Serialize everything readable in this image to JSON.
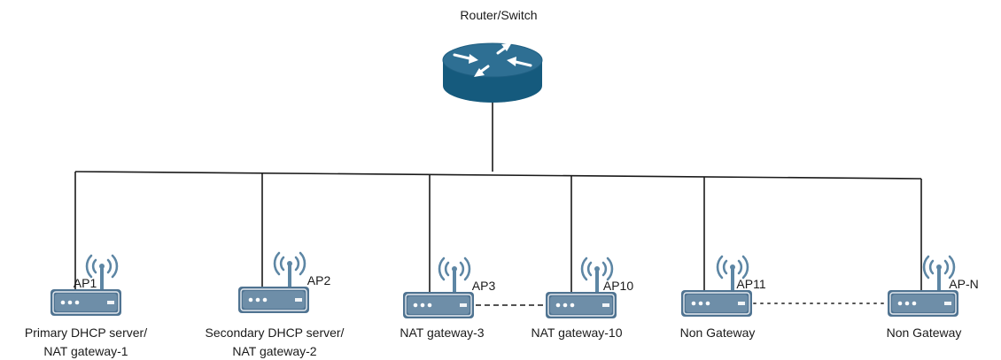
{
  "router": {
    "label": "Router/Switch"
  },
  "access_points": [
    {
      "id": "AP1",
      "desc": [
        "Primary DHCP server/",
        "NAT gateway-1"
      ]
    },
    {
      "id": "AP2",
      "desc": [
        "Secondary DHCP server/",
        "NAT gateway-2"
      ]
    },
    {
      "id": "AP3",
      "desc": [
        "NAT gateway-3"
      ]
    },
    {
      "id": "AP10",
      "desc": [
        "NAT gateway-10"
      ]
    },
    {
      "id": "AP11",
      "desc": [
        "Non Gateway"
      ]
    },
    {
      "id": "AP-N",
      "desc": [
        "Non Gateway"
      ]
    }
  ],
  "links": [
    {
      "from": "AP3",
      "to": "AP10",
      "style": "dashed"
    },
    {
      "from": "AP11",
      "to": "AP-N",
      "style": "dotted"
    }
  ],
  "colors": {
    "device_fill": "#4f7391",
    "device_face": "#a9c1d3",
    "router_top": "#2e6f93",
    "router_side": "#155a7d",
    "wifi_signal": "#5d86a4"
  },
  "icons": {
    "router": "router-icon",
    "access_point": "access-point-icon",
    "wifi": "wifi-signal-icon"
  }
}
